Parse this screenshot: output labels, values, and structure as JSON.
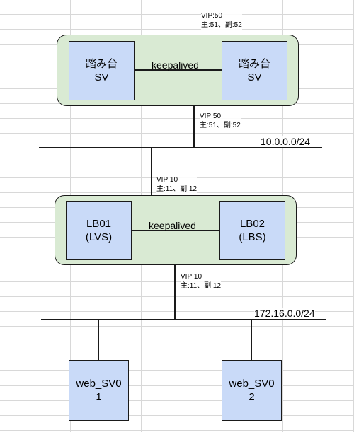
{
  "tier1": {
    "vip_top": "VIP:50",
    "addr_top": "主:51、副:52",
    "left_node": "踏み台\nSV",
    "right_node": "踏み台\nSV",
    "link": "keepalived",
    "vip_bottom": "VIP:50",
    "addr_bottom": "主:51、副:52"
  },
  "network1": {
    "label": "10.0.0.0/24"
  },
  "tier2": {
    "vip_top": "VIP:10",
    "addr_top": "主:11、副:12",
    "left_node": "LB01\n(LVS)",
    "right_node": "LB02\n(LBS)",
    "link": "keepalived",
    "vip_bottom": "VIP:10",
    "addr_bottom": "主:11、副:12"
  },
  "network2": {
    "label": "172.16.0.0/24"
  },
  "web": {
    "left_node": "web_SV0\n1",
    "right_node": "web_SV0\n2"
  },
  "colors": {
    "group_fill": "#d9ead3",
    "node_fill": "#c9daf8",
    "line": "#1a1a1a",
    "grid": "#d8d8d8"
  }
}
